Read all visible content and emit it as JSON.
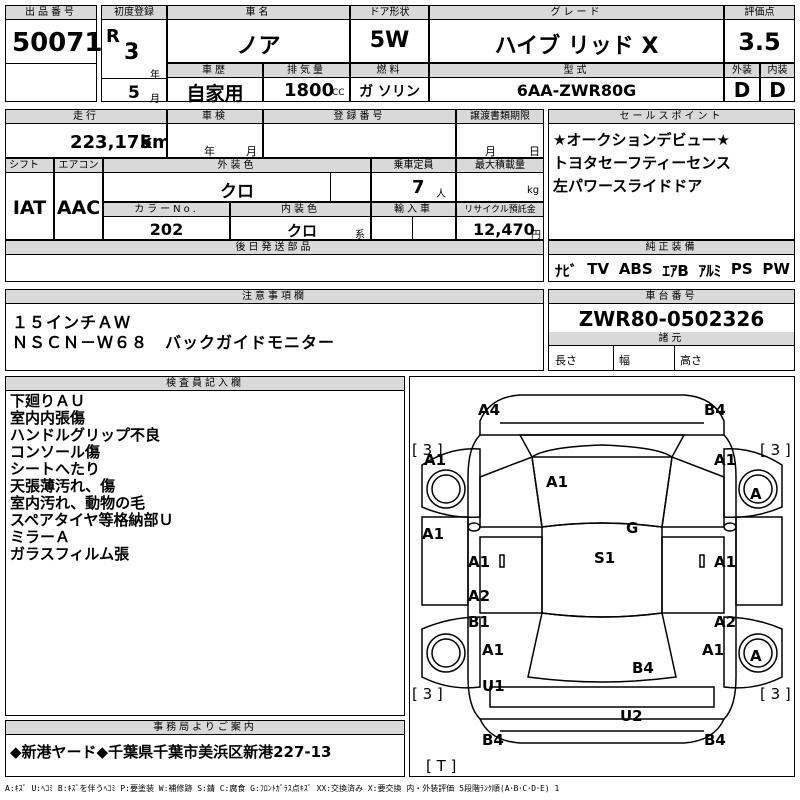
{
  "headers": {
    "lot_no": "出品番号",
    "first_reg": "初度登録",
    "car_name": "車名",
    "door": "ドア形状",
    "grade": "グレード",
    "score": "評価点",
    "history": "車歴",
    "displacement": "排気量",
    "fuel": "燃料",
    "model_code": "型式",
    "exterior": "外装",
    "interior": "内装",
    "mileage": "走行",
    "inspection": "車検",
    "reg_no": "登録番号",
    "transfer_deadline": "譲渡書類期限",
    "sales_point": "セールスポイント",
    "shift": "シフト",
    "ac": "エアコン",
    "ext_color": "外装色",
    "capacity": "乗車定員",
    "max_load": "最大積載量",
    "color_no": "カラーNo.",
    "int_color": "内装色",
    "import": "輸入車",
    "recycle": "リサイクル預託金",
    "later_parts": "後日発送部品",
    "genuine_equipment": "純正装備",
    "notes": "注意事項欄",
    "chassis_no": "車台番号",
    "specs": "諸元",
    "inspector_notes": "検査員記入欄",
    "office_info": "事務局よりご案内"
  },
  "lot_no": "50071",
  "era": "R",
  "year": "3",
  "year_unit": "年",
  "month": "5",
  "month_unit": "月",
  "car_name": "ノア",
  "door": "5W",
  "grade": "ハイブ リッド X",
  "score": "3.5",
  "history": "自家用",
  "displacement": "1800",
  "cc": "CC",
  "fuel": "ガ ソリン",
  "model_code": "6AA-ZWR80G",
  "exterior_grade": "D",
  "interior_grade": "D",
  "mileage": "223,175",
  "mileage_unit": "km",
  "inspection_year_unit": "年",
  "inspection_month_unit": "月",
  "deadline_month_unit": "月",
  "deadline_day_unit": "日",
  "sales_points": [
    "★オークションデビュー★",
    "トヨタセーフティーセンス",
    "左パワースライドドア"
  ],
  "shift": "IAT",
  "ac": "AAC",
  "ext_color": "クロ",
  "capacity": "7",
  "capacity_unit": "人",
  "max_load_unit": "kg",
  "color_no": "202",
  "int_color": "クロ",
  "int_color_unit": "系",
  "recycle": "12,470",
  "recycle_unit": "円",
  "equipment": [
    "ﾅﾋﾞ",
    "TV",
    "ABS",
    "ｴｱB",
    "ｱﾙﾐ",
    "PS",
    "PW"
  ],
  "notes_lines": [
    "１５インチＡＷ",
    "ＮＳＣＮ－Ｗ６８　バックガイドモニター"
  ],
  "chassis_no": "ZWR80-0502326",
  "spec_length": "長さ",
  "spec_width": "幅",
  "spec_height": "高さ",
  "inspector_lines": [
    "下廻りＡＵ",
    "室内内張傷",
    "ハンドルグリップ不良",
    "コンソール傷",
    "シートへたり",
    "天張薄汚れ、傷",
    "室内汚れ、動物の毛",
    "スペアタイヤ等格納部Ｕ",
    "ミラーＡ",
    "ガラスフィルム張"
  ],
  "office_text": "◆新港ヤード◆千葉県千葉市美浜区新港227-13",
  "legend": "A:ｷｽﾞ U:ﾍｺﾐ B:ｷｽﾞを伴うﾍｺﾐ P:要塗装 W:補修跡 S:錆 C:腐食 G:ﾌﾛﾝﾄｶﾞﾗｽ点ｷｽﾞ XX:交換済み X:要交換 内・外装評価 5段階ﾗﾝｸ順(A･B･C･D･E) 1",
  "diagram": {
    "a4": "A4",
    "b4_top": "B4",
    "tread_fl": "[ 3 ]",
    "tread_fr": "[ 3 ]",
    "a1_left": "A1",
    "a1_hood": "A1",
    "a1_right_top": "A1",
    "a_right_front": "A",
    "g": "G",
    "a1_left_side": "A1",
    "a1_front_door": "A1",
    "s1": "S1",
    "a1_right_door": "A1",
    "a2_left": "A2",
    "b1": "B1",
    "a2_right": "A2",
    "a1_rear_left": "A1",
    "b4_mid": "B4",
    "a1_rear_right": "A1",
    "a_right_rear": "A",
    "u1": "U1",
    "tread_rl": "[ 3 ]",
    "tread_rr": "[ 3 ]",
    "u2": "U2",
    "b4_bl": "B4",
    "b4_br": "B4",
    "spare": "[ T ]"
  }
}
